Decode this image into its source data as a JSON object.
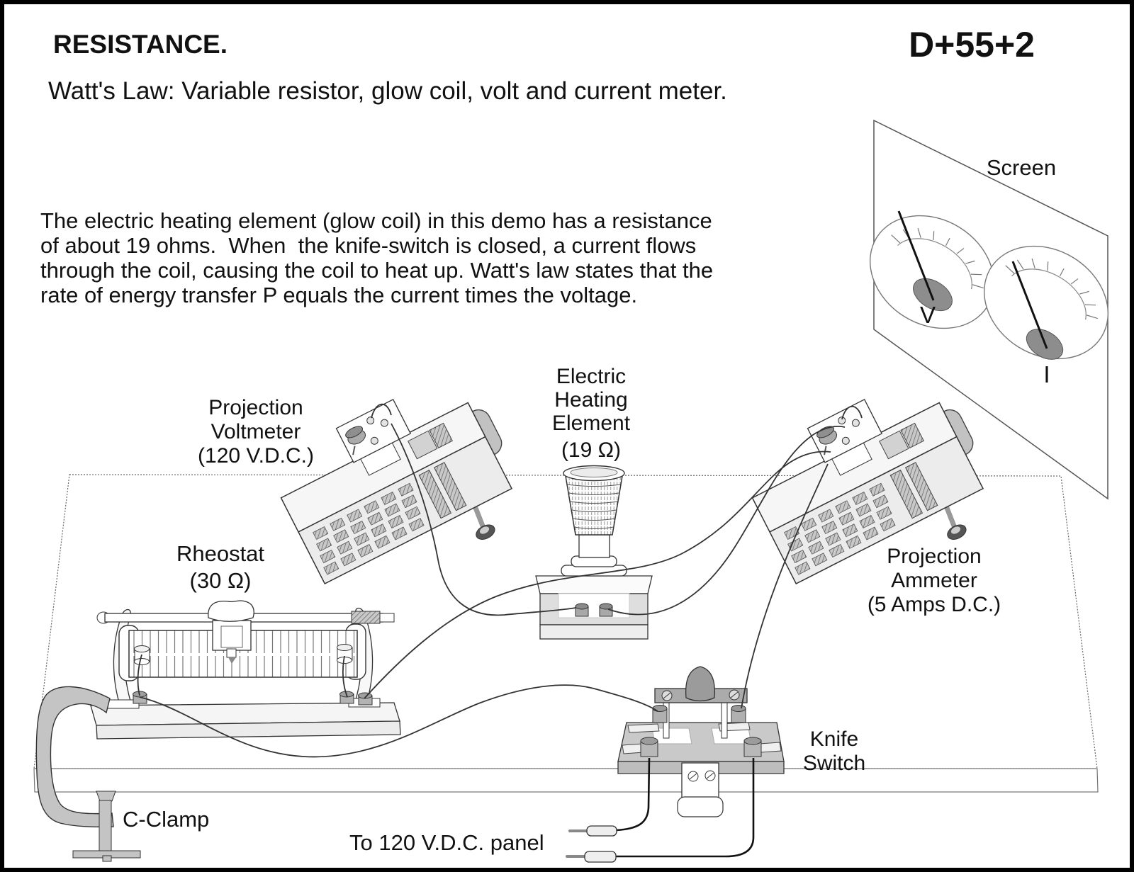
{
  "header": {
    "title": "RESISTANCE.",
    "code": "D+55+2",
    "subtitle": "Watt's Law: Variable resistor, glow coil, volt and current meter."
  },
  "description": {
    "lines": [
      "The electric heating element (glow coil) in this demo has a resistance",
      "of about 19 ohms.  When  the knife-switch is closed, a current flows",
      "through the coil, causing the coil to heat up. Watt's law states that the",
      "rate of energy transfer P equals the current times the voltage."
    ]
  },
  "diagram": {
    "screen": {
      "label": "Screen",
      "volt_needle_label": "V",
      "amp_needle_label": "I"
    },
    "voltmeter": {
      "lines": [
        "Projection",
        "Voltmeter",
        "(120 V.D.C.)"
      ]
    },
    "heating_element": {
      "lines": [
        "Electric",
        "Heating",
        "Element",
        "(19 Ω)"
      ]
    },
    "rheostat": {
      "lines": [
        "Rheostat",
        "(30 Ω)"
      ]
    },
    "ammeter": {
      "lines": [
        "Projection",
        "Ammeter",
        "(5 Amps D.C.)"
      ]
    },
    "knife_switch": {
      "lines": [
        "Knife",
        "Switch"
      ]
    },
    "c_clamp": {
      "label": "C-Clamp"
    },
    "power_source": {
      "label": "To 120 V.D.C. panel"
    }
  },
  "colors": {
    "ink": "#1a1a1a",
    "line": "#333333",
    "metal_light": "#ececec",
    "metal_mid": "#c4c4c4",
    "metal_dark": "#8f8f8f",
    "background": "#ffffff",
    "border": "#000000"
  }
}
